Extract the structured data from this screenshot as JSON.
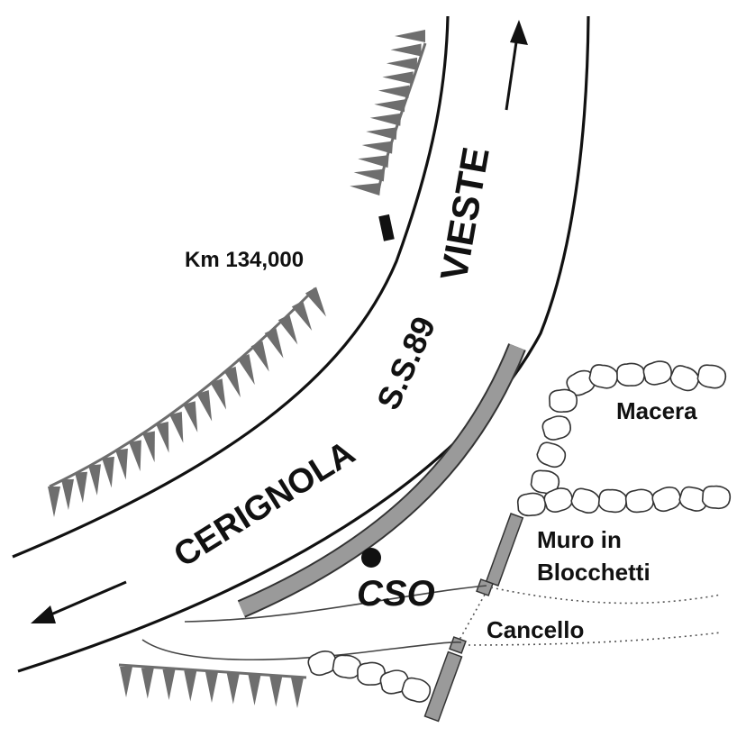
{
  "labels": {
    "destination_north": "VIESTE",
    "destination_south": "CERIGNOLA",
    "road_name": "S.S.89",
    "kilometer_marker": "Km 134,000",
    "site_code": "CSO",
    "dry_stone_wall": "Macera",
    "block_wall": "Muro in Blocchetti",
    "gate": "Cancello"
  },
  "colors": {
    "road_edge": "#111111",
    "embankment": "#6e6e6e",
    "wall_fill": "#9a9a9a",
    "stone_outline": "#333333"
  },
  "icons": {
    "north_arrow": "arrow-up-icon",
    "south_arrow": "arrow-left-icon",
    "site_marker": "dot-icon"
  }
}
